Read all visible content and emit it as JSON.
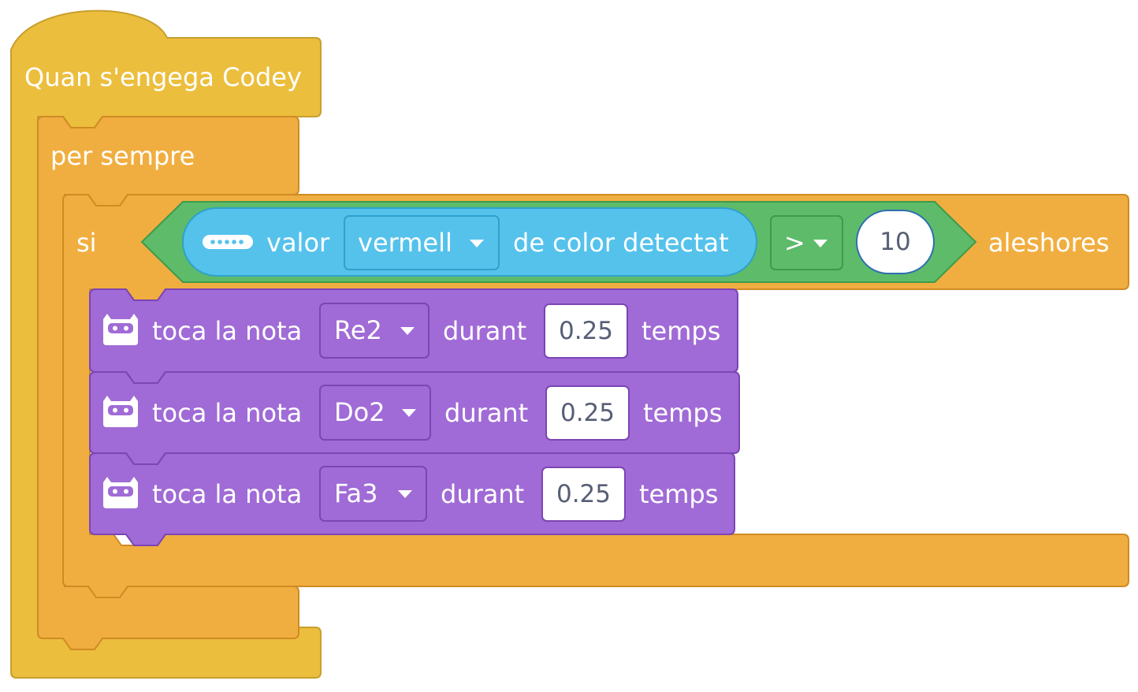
{
  "hat_block": {
    "label": "Quan s'engega Codey"
  },
  "forever_block": {
    "label": "per sempre"
  },
  "if_block": {
    "label_if": "si",
    "label_then": "aleshores",
    "condition": {
      "sensor_label": "valor",
      "color_option": "vermell",
      "sensor_suffix": "de color detectat",
      "operator": ">",
      "threshold": "10"
    }
  },
  "note_blocks": [
    {
      "label": "toca la nota",
      "note": "Re2",
      "during": "durant",
      "duration": "0.25",
      "unit": "temps"
    },
    {
      "label": "toca la nota",
      "note": "Do2",
      "during": "durant",
      "duration": "0.25",
      "unit": "temps"
    },
    {
      "label": "toca la nota",
      "note": "Fa3",
      "during": "durant",
      "duration": "0.25",
      "unit": "temps"
    }
  ],
  "colors": {
    "events": "#ecbe3d",
    "control": "#f1ae40",
    "operator": "#5dbb6a",
    "sensing": "#55c2ec",
    "speaker": "#a06bd6"
  },
  "icons": [
    "sensor-icon",
    "codey-robot-icon",
    "chevron-down-icon"
  ]
}
